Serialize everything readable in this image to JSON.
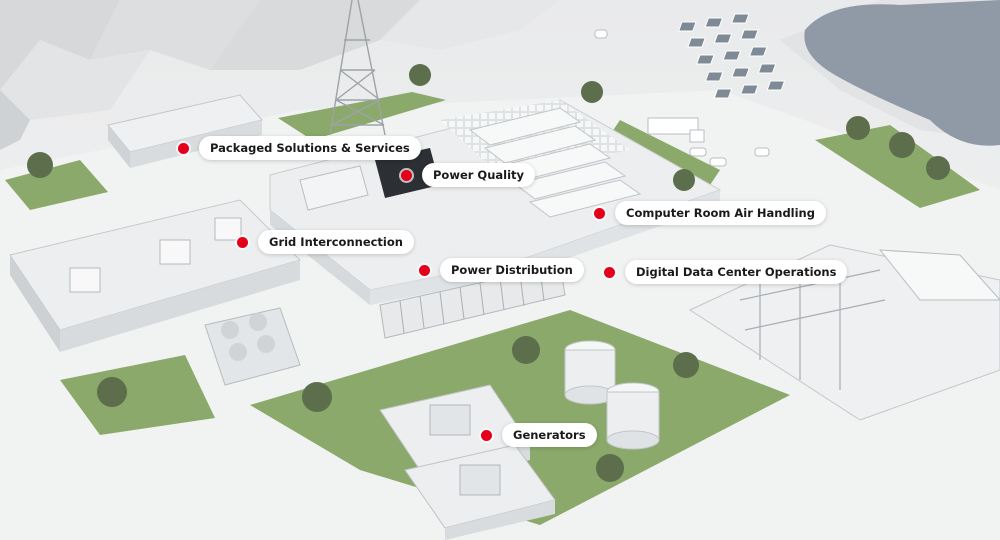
{
  "hotspots": [
    {
      "id": "packaged-solutions",
      "label": "Packaged Solutions & Services"
    },
    {
      "id": "power-quality",
      "label": "Power Quality"
    },
    {
      "id": "computer-room-air-handling",
      "label": "Computer Room Air Handling"
    },
    {
      "id": "grid-interconnection",
      "label": "Grid Interconnection"
    },
    {
      "id": "power-distribution",
      "label": "Power Distribution"
    },
    {
      "id": "digital-data-center-operations",
      "label": "Digital Data Center Operations"
    },
    {
      "id": "generators",
      "label": "Generators"
    }
  ],
  "colors": {
    "hotspot_dot": "#e4001b",
    "label_background": "#ffffff",
    "grass": "#8aa96a",
    "water": "#8f9aa6",
    "building": "#eceeef"
  }
}
